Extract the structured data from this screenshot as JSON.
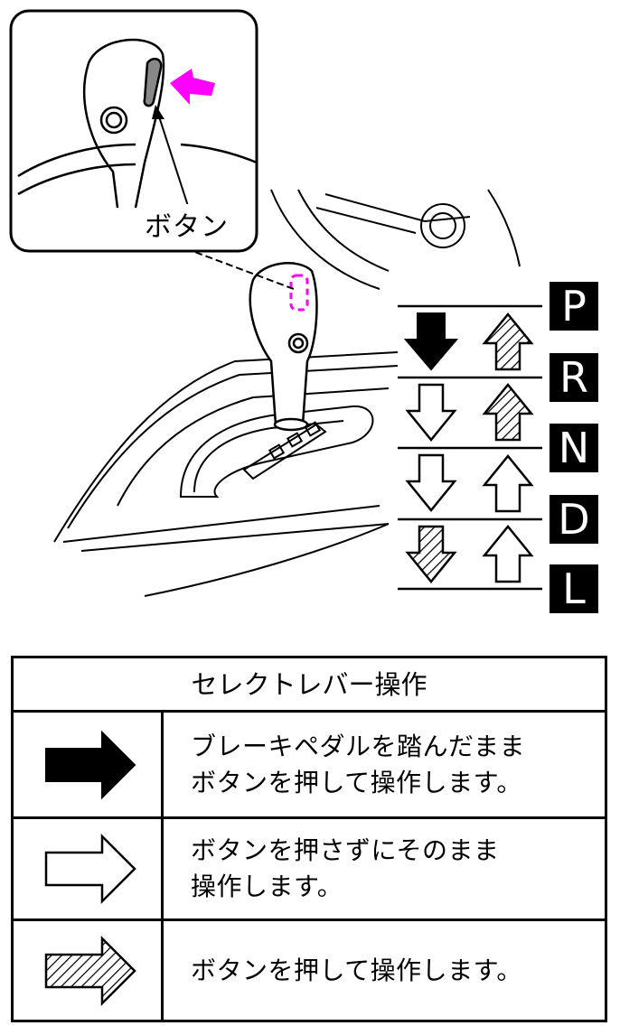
{
  "callout": {
    "button_label": "ボタン"
  },
  "gears": [
    "P",
    "R",
    "N",
    "D",
    "L"
  ],
  "legend": {
    "title": "セレクトレバー操作",
    "rows": [
      {
        "arrow": "solid-black-arrow",
        "text_lines": [
          "ブレーキペダルを踏んだまま",
          "ボタンを押して操作します。"
        ]
      },
      {
        "arrow": "outline-white-arrow",
        "text_lines": [
          "ボタンを押さずにそのまま",
          "操作します。"
        ]
      },
      {
        "arrow": "hatched-arrow",
        "text_lines": [
          "ボタンを押して操作します。"
        ]
      }
    ]
  },
  "colors": {
    "press_indicator": "#ff00ff",
    "ink": "#000000"
  }
}
